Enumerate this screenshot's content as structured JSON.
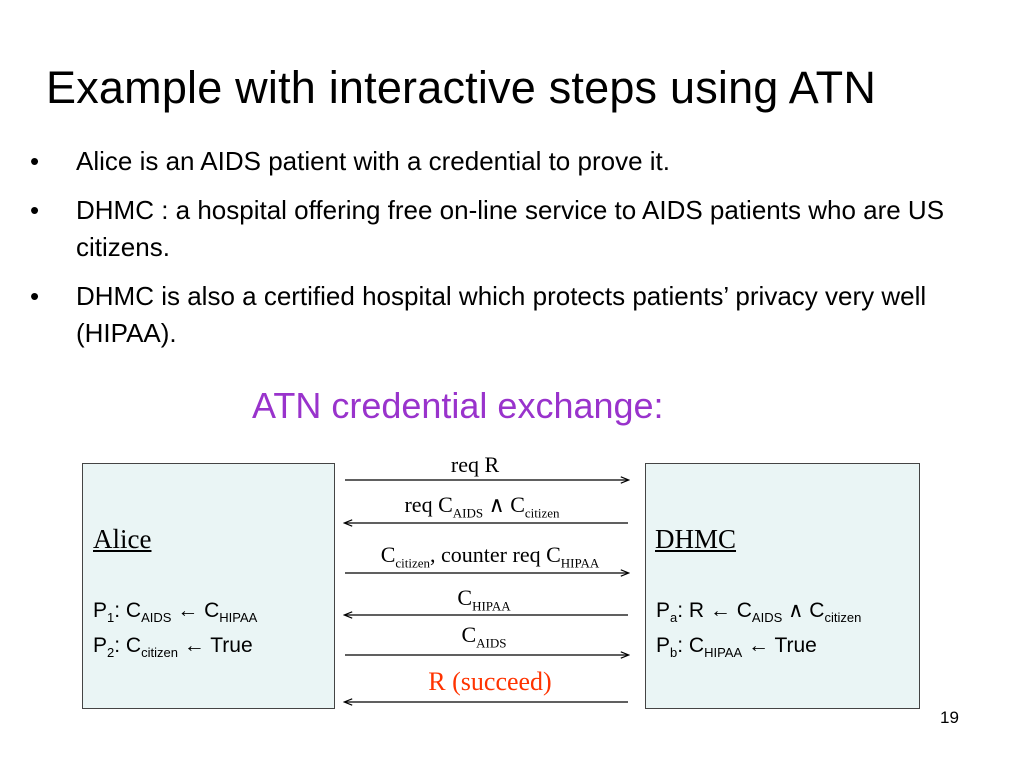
{
  "slide": {
    "title": "Example with interactive steps using ATN",
    "bullets": [
      "Alice is an AIDS patient with a credential to prove it.",
      "DHMC : a hospital offering free on-line service to AIDS patients who are US citizens.",
      "DHMC is also a certified hospital which protects patients’ privacy very well (HIPAA)."
    ],
    "bullet_marker": "•",
    "subtitle": "ATN credential exchange:",
    "page_number": "19"
  },
  "diagram": {
    "alice": {
      "name": "Alice",
      "p1": {
        "label": "P",
        "idx": "1",
        "sep": ":  C",
        "s1": "AIDS",
        "arrow": " ← C",
        "s2": "HIPAA"
      },
      "p2": {
        "label": "P",
        "idx": "2",
        "sep": ":  C",
        "s1": "citizen",
        "tail": " ← True"
      }
    },
    "dhmc": {
      "name": "DHMC",
      "pa": {
        "label": "P",
        "idx": "a",
        "sep": ":  R ← C",
        "s1": "AIDS",
        "and": " ∧ C",
        "s2": "citizen"
      },
      "pb": {
        "label": "P",
        "idx": "b",
        "sep": ":  C",
        "s1": "HIPAA",
        "tail": " ← True"
      }
    },
    "messages": [
      {
        "text": "req R",
        "direction": "to-dhmc"
      },
      {
        "pre": "req C",
        "s1": "AIDS",
        "mid": " ∧ C",
        "s2": "citizen",
        "direction": "to-alice"
      },
      {
        "pre": "C",
        "s1": "citizen",
        "mid": ",  counter req C",
        "s2": "HIPAA",
        "direction": "to-dhmc"
      },
      {
        "pre": "C",
        "s1": "HIPAA",
        "direction": "to-alice"
      },
      {
        "pre": "C",
        "s1": "AIDS",
        "direction": "to-dhmc"
      },
      {
        "text": "R (succeed)",
        "direction": "to-alice",
        "color": "#ff3300"
      }
    ],
    "colors": {
      "box_fill": "#eaf5f5",
      "subtitle": "#9933cc",
      "final_message": "#ff3300"
    }
  }
}
